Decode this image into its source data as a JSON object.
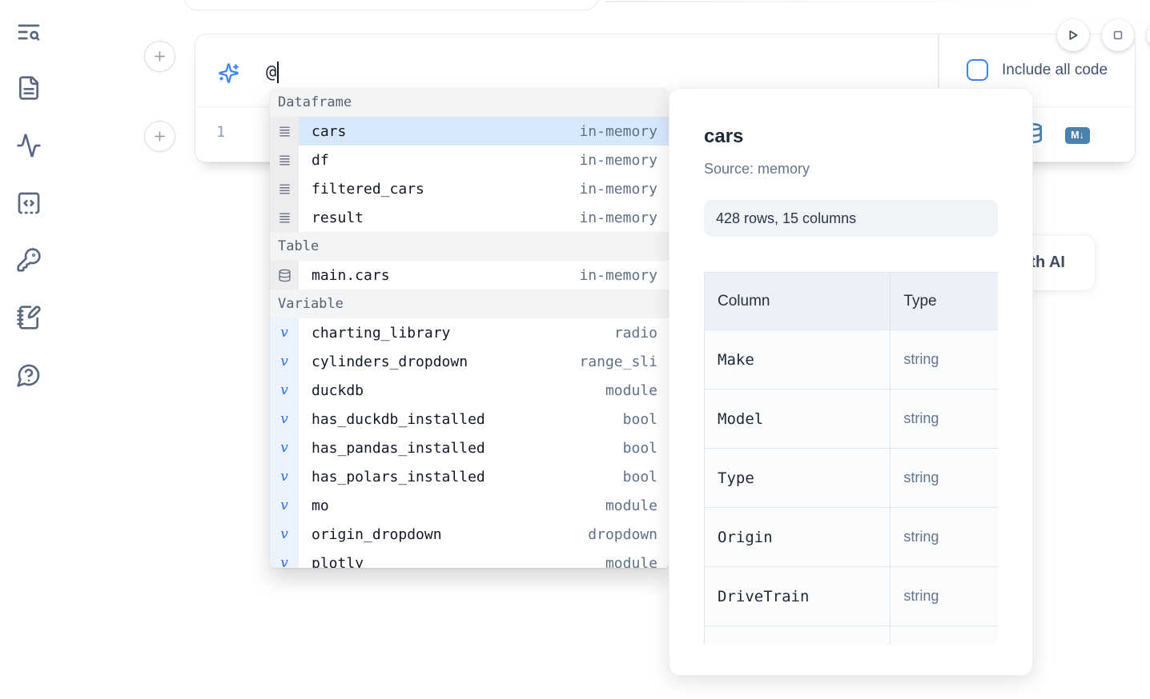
{
  "sidebar": {
    "items": [
      {
        "icon": "list-search-icon"
      },
      {
        "icon": "document-icon"
      },
      {
        "icon": "activity-icon"
      },
      {
        "icon": "snippets-icon"
      },
      {
        "icon": "key-icon"
      },
      {
        "icon": "scratchpad-icon"
      },
      {
        "icon": "help-icon"
      }
    ]
  },
  "cell_toolbar": {
    "include_all_code_label": "Include all code",
    "include_all_code_checked": false
  },
  "ai_prompt": {
    "value": "@"
  },
  "editor": {
    "line_number": "1"
  },
  "ai_generate_button_label": "Generate with AI",
  "autocomplete": {
    "sections": [
      {
        "label": "Dataframe",
        "items": [
          {
            "kind": "dataframe",
            "name": "cars",
            "detail": "in-memory",
            "selected": true
          },
          {
            "kind": "dataframe",
            "name": "df",
            "detail": "in-memory"
          },
          {
            "kind": "dataframe",
            "name": "filtered_cars",
            "detail": "in-memory"
          },
          {
            "kind": "dataframe",
            "name": "result",
            "detail": "in-memory"
          }
        ]
      },
      {
        "label": "Table",
        "items": [
          {
            "kind": "table",
            "name": "main.cars",
            "detail": "in-memory"
          }
        ]
      },
      {
        "label": "Variable",
        "items": [
          {
            "kind": "variable",
            "name": "charting_library",
            "detail": "radio"
          },
          {
            "kind": "variable",
            "name": "cylinders_dropdown",
            "detail": "range_sli"
          },
          {
            "kind": "variable",
            "name": "duckdb",
            "detail": "module"
          },
          {
            "kind": "variable",
            "name": "has_duckdb_installed",
            "detail": "bool"
          },
          {
            "kind": "variable",
            "name": "has_pandas_installed",
            "detail": "bool"
          },
          {
            "kind": "variable",
            "name": "has_polars_installed",
            "detail": "bool"
          },
          {
            "kind": "variable",
            "name": "mo",
            "detail": "module"
          },
          {
            "kind": "variable",
            "name": "origin_dropdown",
            "detail": "dropdown"
          },
          {
            "kind": "variable",
            "name": "plotly",
            "detail": "module",
            "clipped": true
          }
        ]
      }
    ]
  },
  "preview": {
    "title": "cars",
    "source_label": "Source: memory",
    "shape_label": "428 rows, 15 columns",
    "table": {
      "headers": [
        "Column",
        "Type"
      ],
      "rows": [
        {
          "column": "Make",
          "type": "string"
        },
        {
          "column": "Model",
          "type": "string"
        },
        {
          "column": "Type",
          "type": "string"
        },
        {
          "column": "Origin",
          "type": "string"
        },
        {
          "column": "DriveTrain",
          "type": "string"
        },
        {
          "column": "",
          "type": "",
          "clipped": true
        }
      ]
    }
  },
  "colors": {
    "accent_blue": "#3b82f6",
    "steel_blue": "#4a81ad",
    "selection_blue": "#d8e8fb",
    "icon_slate": "#5c6880"
  }
}
